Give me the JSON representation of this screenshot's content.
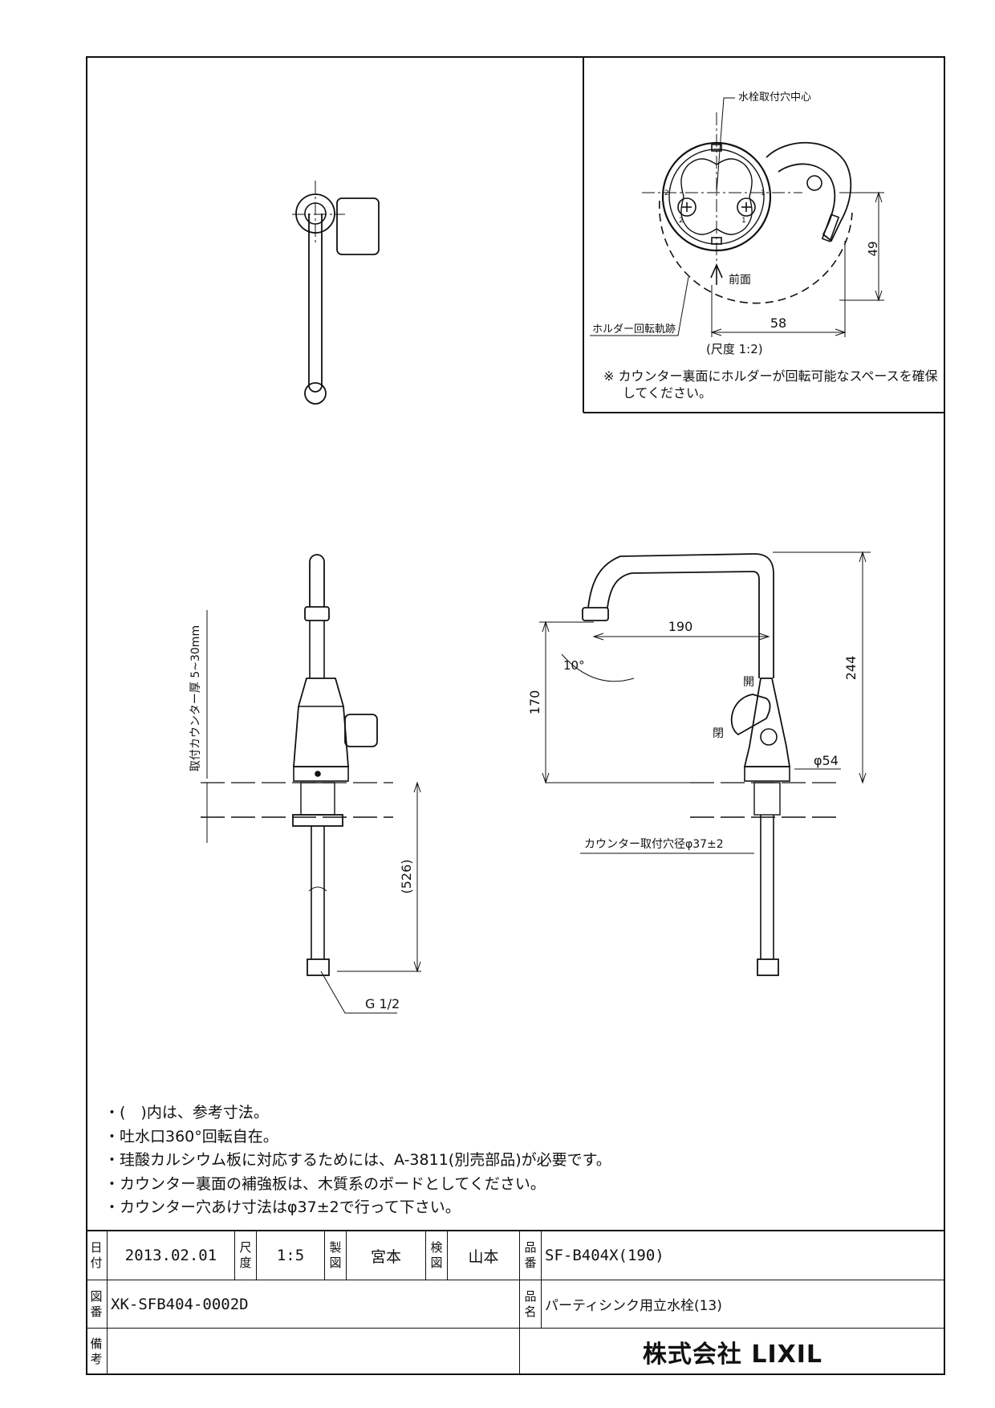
{
  "detail_view": {
    "center_label": "水栓取付穴中心",
    "front_label": "前面",
    "holder_label": "ホルダー回転軌跡",
    "dim_49": "49",
    "dim_58": "58",
    "scale_label": "(尺度 1:2)",
    "hole_marks": [
      "2",
      "1",
      "2",
      "1"
    ],
    "note_line1": "※ カウンター裏面にホルダーが回転可能なスペースを確保",
    "note_line2": "してください。"
  },
  "front_view": {
    "counter_label": "取付カウンター厚 5~30mm",
    "dim_526": "(526)",
    "thread_label": "G 1/2"
  },
  "side_view": {
    "dim_190": "190",
    "dim_244": "244",
    "dim_170": "170",
    "angle_label": "10°",
    "open_label": "開",
    "close_label": "閉",
    "dia_label": "φ54",
    "hole_label": "カウンター取付穴径φ37±2"
  },
  "notes": [
    "・(　)内は、参考寸法。",
    "・吐水口360°回転自在。",
    "・珪酸カルシウム板に対応するためには、A-3811(別売部品)が必要です。",
    "・カウンター裏面の補強板は、木質系のボードとしてください。",
    "・カウンター穴あけ寸法はφ37±2で行って下さい。"
  ],
  "title_block": {
    "date_label": "日付",
    "date": "2013.02.01",
    "scale_label": "尺度",
    "scale": "1:5",
    "drawn_label": "製図",
    "drawn_by": "宮本",
    "check_label": "検図",
    "checked_by": "山本",
    "product_no_label": "品番",
    "product_no": "SF-B404X(190)",
    "drawing_no_label": "図番",
    "drawing_no": "XK-SFB404-0002D",
    "product_name_label": "品名",
    "product_name": "パーティシンク用立水栓(13)",
    "remarks_label": "備考",
    "company": "株式会社 LIXIL"
  }
}
